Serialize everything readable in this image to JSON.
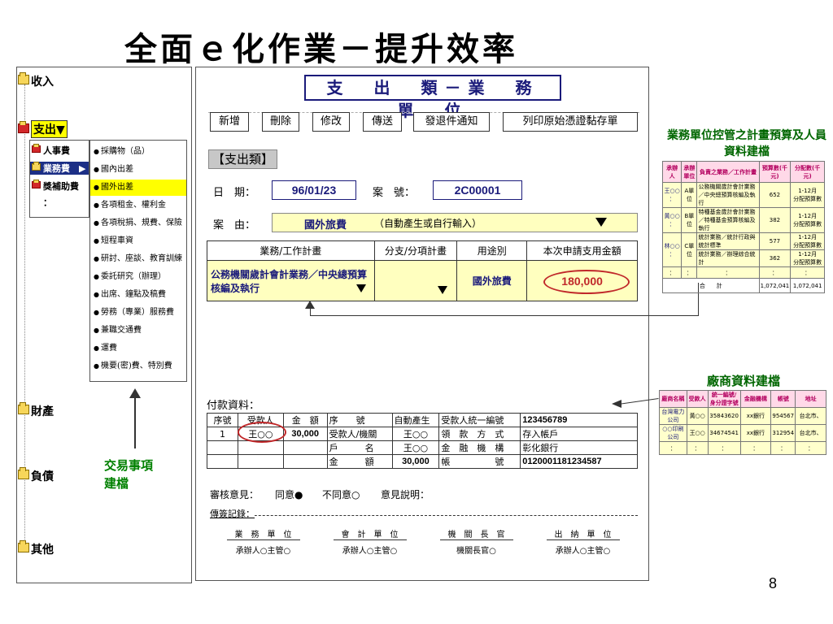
{
  "title": "全面ｅ化作業－提升效率",
  "page_number": "8",
  "tree": {
    "top": [
      {
        "label": "收入"
      },
      {
        "label": "支出▼"
      },
      {
        "label": "財產"
      },
      {
        "label": "負債"
      },
      {
        "label": "其他"
      }
    ],
    "submenu": [
      {
        "label": "人事費"
      },
      {
        "label": "業務費　▶"
      },
      {
        "label": "獎補助費"
      },
      {
        "label": "："
      }
    ],
    "sublist": [
      "採購物（品）",
      "國內出差",
      "國外出差",
      "各項租金、權利金",
      "各項稅捐、規費、保險",
      "短程車資",
      "研討、座談、教育訓練",
      "委託研究（辦理）",
      "出席、鐘點及稿費",
      "勞務（專業）服務費",
      "兼職交通費",
      "運費",
      "機要(密)費、特別費"
    ],
    "annotation": [
      "交易事項",
      "建檔"
    ]
  },
  "form": {
    "title": "支　出　類－業　務　單　位",
    "buttons": [
      "新增",
      "刪除",
      "修改",
      "傳送",
      "發退件通知",
      "列印原始憑證黏存單"
    ],
    "section_label": "【支出類】",
    "date_label": "日　期：",
    "date_value": "96/01/23",
    "case_label": "案　號：",
    "case_value": "2C00001",
    "reason_label": "案　由：",
    "reason_value": "國外旅費",
    "reason_note": "（自動產生或自行輸入）",
    "table_headers": [
      "業務/工作計畫",
      "分支/分項計畫",
      "用途別",
      "本次申請支用金額"
    ],
    "row_plan": "公務機關歲計會計業務／中央總預算核編及執行",
    "row_purpose": "國外旅費",
    "row_amount": "180,000",
    "payment_label": "付款資料：",
    "pay_headers": [
      "序號",
      "受款人",
      "金　額",
      "序　　號",
      "自動產生",
      "受款人統一編號",
      "123456789"
    ],
    "pay_row1": [
      "1",
      "王○○",
      "30,000",
      "受款人/機關",
      "王○○",
      "領　款　方　式",
      "存入帳戶"
    ],
    "pay_row2": [
      "",
      "",
      "",
      "戶　　　名",
      "王○○",
      "金　融　機　構",
      "彰化銀行"
    ],
    "pay_row3": [
      "",
      "",
      "",
      "金　　　額",
      "30,000",
      "帳　　　　　號",
      "0120001181234587"
    ],
    "review_label": "審核意見：",
    "agree": "同意●",
    "disagree": "不同意○",
    "comment_label": "意見說明：",
    "sign_record": "傳簽記錄：",
    "sign_headers": [
      "業　務　單　位",
      "會　計　單　位",
      "機　關　長　官",
      "出　納　單　位"
    ],
    "sign_values": [
      "承辦人○主管○",
      "承辦人○主管○",
      "機關長官○",
      "承辦人○主管○"
    ]
  },
  "budget_inset": {
    "title": "業務單位控管之計畫預算及人員資料建檔",
    "headers": [
      "承辦人",
      "承辦單位",
      "負責之業務／工作計畫",
      "預算數(千元)",
      "分配數(千元)"
    ],
    "rows": [
      [
        "王○○\n：",
        "A單位",
        "公務機關歲計會計業務／中央總預算核編及執行",
        "652",
        "1-12月\n分配預算數"
      ],
      [
        "黃○○\n：",
        "B單位",
        "特種基金歲計會計業務／特種基金預算核編及執行",
        "382",
        "1-12月\n分配預算數"
      ],
      [
        "林○○\n：",
        "C單位",
        "統計業務／統計行政與統計標準",
        "577",
        "1-12月\n分配預算數"
      ],
      [
        "",
        "",
        "統計業務／辦理綜合統計",
        "362",
        "1-12月\n分配預算數"
      ],
      [
        "：",
        "：",
        "：",
        "：",
        "："
      ]
    ],
    "total_label": "合　　計",
    "total_budget": "1,072,041",
    "total_alloc": "1,072,041"
  },
  "vendor_inset": {
    "title": "廠商資料建檔",
    "headers": [
      "廠商名稱",
      "受款人",
      "統一編號/身分證字號",
      "金融機構",
      "帳號",
      "地址"
    ],
    "rows": [
      [
        "台灣電力公司",
        "黃○○",
        "35843620",
        "xx銀行",
        "954567",
        "台北市、"
      ],
      [
        "○○印刷公司",
        "王○○",
        "34674541",
        "xx銀行",
        "312954",
        "台北市、"
      ],
      [
        "：",
        "：",
        "：",
        "：",
        "：",
        "："
      ]
    ]
  }
}
